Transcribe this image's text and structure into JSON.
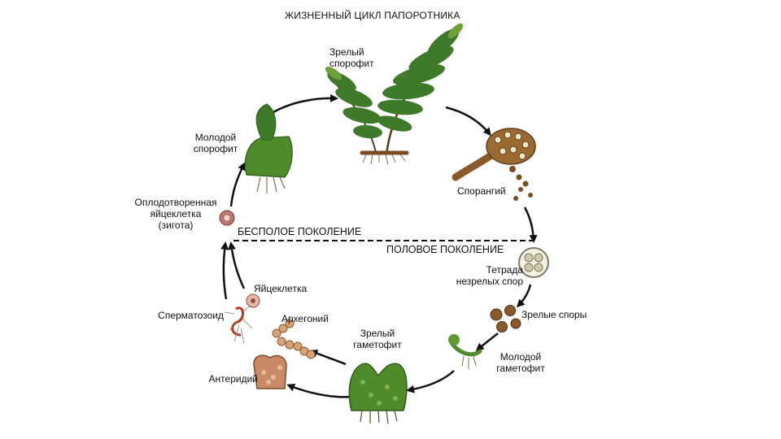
{
  "title": "ЖИЗНЕННЫЙ ЦИКЛ ПАПОРОТНИКА",
  "generations": {
    "asexual": "БЕСПОЛОЕ ПОКОЛЕНИЕ",
    "sexual": "ПОЛОВОЕ ПОКОЛЕНИЕ"
  },
  "stages": {
    "mature_sporophyte": "Зрелый\nспорофит",
    "sporangium": "Спорангий",
    "tetrad": "Тетрада\nнезрелых спор",
    "mature_spores": "Зрелые споры",
    "young_gametophyte": "Молодой\nгаметофит",
    "mature_gametophyte": "Зрелый\nгаметофит",
    "antheridium": "Антеридий",
    "archegonium": "Архегоний",
    "spermatozoid": "Сперматозоид",
    "egg_cell": "Яйцеклетка",
    "zygote": "Оплодотворенная\nяйцеклетка\n(зигота)",
    "young_sporophyte": "Молодой\nспорофит"
  },
  "colors": {
    "leaf": "#3f7a2a",
    "leaf_light": "#6ea13c",
    "sporangium": "#9a6a32",
    "gametophyte": "#4f8a2b",
    "antheridium": "#c98a66",
    "zygote": "#b9776e"
  }
}
